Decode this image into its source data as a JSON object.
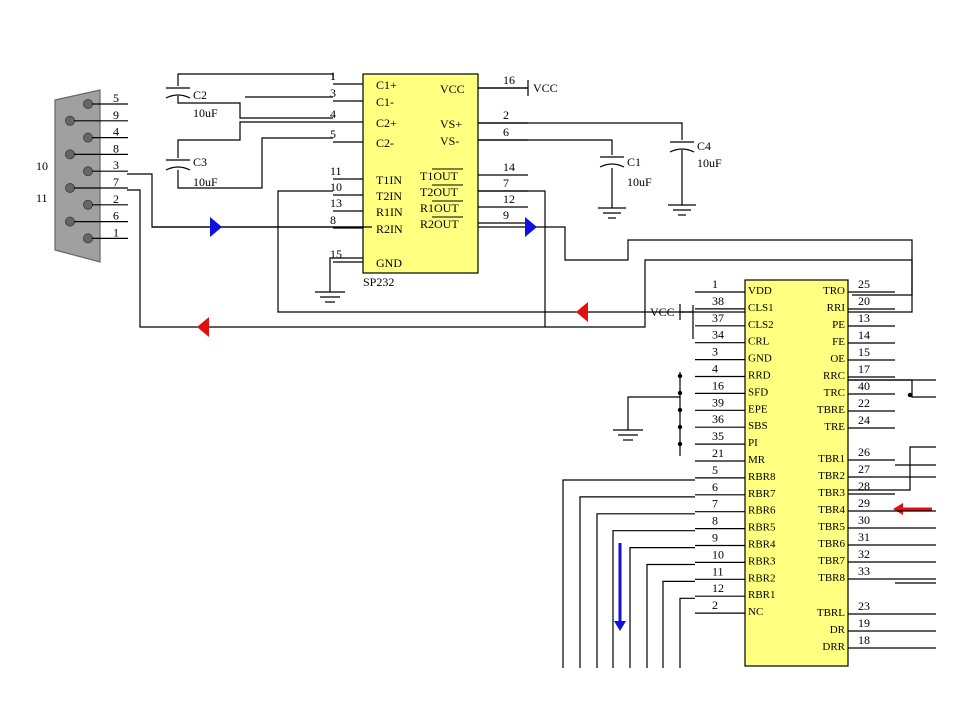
{
  "connector": {
    "left_labels": [
      "10",
      "11"
    ],
    "pins": [
      "5",
      "9",
      "4",
      "8",
      "3",
      "7",
      "2",
      "6",
      "1"
    ]
  },
  "sp232": {
    "name": "SP232",
    "left": [
      {
        "num": "1",
        "label": "C1+"
      },
      {
        "num": "3",
        "label": "C1-"
      },
      {
        "num": "4",
        "label": "C2+"
      },
      {
        "num": "5",
        "label": "C2-"
      },
      {
        "num": "11",
        "label": "T1IN"
      },
      {
        "num": "10",
        "label": "T2IN"
      },
      {
        "num": "13",
        "label": "R1IN"
      },
      {
        "num": "8",
        "label": "R2IN"
      },
      {
        "num": "15",
        "label": "GND"
      }
    ],
    "right": [
      {
        "num": "16",
        "label": "VCC"
      },
      {
        "num": "2",
        "label": "VS+"
      },
      {
        "num": "6",
        "label": "VS-"
      },
      {
        "num": "14",
        "label": "T1OUT"
      },
      {
        "num": "7",
        "label": "T2OUT"
      },
      {
        "num": "12",
        "label": "R1OUT"
      },
      {
        "num": "9",
        "label": "R2OUT"
      }
    ]
  },
  "caps": [
    {
      "ref": "C2",
      "value": "10uF"
    },
    {
      "ref": "C3",
      "value": "10uF"
    },
    {
      "ref": "C1",
      "value": "10uF"
    },
    {
      "ref": "C4",
      "value": "10uF"
    }
  ],
  "vcc_labels": [
    "VCC",
    "VCC"
  ],
  "uart": {
    "left": [
      {
        "num": "1",
        "label": "VDD"
      },
      {
        "num": "38",
        "label": "CLS1"
      },
      {
        "num": "37",
        "label": "CLS2"
      },
      {
        "num": "34",
        "label": "CRL"
      },
      {
        "num": "3",
        "label": "GND"
      },
      {
        "num": "4",
        "label": "RRD"
      },
      {
        "num": "16",
        "label": "SFD"
      },
      {
        "num": "39",
        "label": "EPE"
      },
      {
        "num": "36",
        "label": "SBS"
      },
      {
        "num": "35",
        "label": "PI"
      },
      {
        "num": "21",
        "label": "MR"
      },
      {
        "num": "5",
        "label": "RBR8"
      },
      {
        "num": "6",
        "label": "RBR7"
      },
      {
        "num": "7",
        "label": "RBR6"
      },
      {
        "num": "8",
        "label": "RBR5"
      },
      {
        "num": "9",
        "label": "RBR4"
      },
      {
        "num": "10",
        "label": "RBR3"
      },
      {
        "num": "11",
        "label": "RBR2"
      },
      {
        "num": "12",
        "label": "RBR1"
      },
      {
        "num": "2",
        "label": "NC"
      }
    ],
    "right": [
      {
        "num": "25",
        "label": "TRO"
      },
      {
        "num": "20",
        "label": "RRI"
      },
      {
        "num": "13",
        "label": "PE"
      },
      {
        "num": "14",
        "label": "FE"
      },
      {
        "num": "15",
        "label": "OE"
      },
      {
        "num": "17",
        "label": "RRC"
      },
      {
        "num": "40",
        "label": "TRC"
      },
      {
        "num": "22",
        "label": "TBRE"
      },
      {
        "num": "24",
        "label": "TRE"
      },
      {
        "num": "26",
        "label": "TBR1"
      },
      {
        "num": "27",
        "label": "TBR2"
      },
      {
        "num": "28",
        "label": "TBR3"
      },
      {
        "num": "29",
        "label": "TBR4"
      },
      {
        "num": "30",
        "label": "TBR5"
      },
      {
        "num": "31",
        "label": "TBR6"
      },
      {
        "num": "32",
        "label": "TBR7"
      },
      {
        "num": "33",
        "label": "TBR8"
      },
      {
        "num": "23",
        "label": "TBRL"
      },
      {
        "num": "19",
        "label": "DR"
      },
      {
        "num": "18",
        "label": "DRR"
      }
    ]
  },
  "colors": {
    "chip": "#ffff80",
    "connector": "#9a9a9a",
    "arrow_blue": "#1010e0",
    "arrow_red": "#e01010"
  }
}
